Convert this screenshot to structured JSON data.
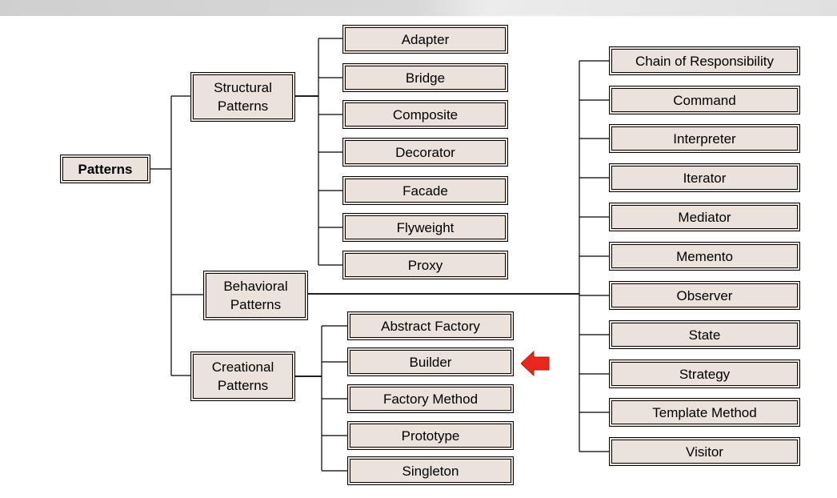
{
  "colors": {
    "box_fill": "#ebe2dc",
    "box_border": "#000000",
    "connector": "#000000",
    "arrow": "#e8281c"
  },
  "diagram": {
    "root": {
      "label": "Patterns"
    },
    "structural": {
      "label": "Structural\nPatterns",
      "items": [
        "Adapter",
        "Bridge",
        "Composite",
        "Decorator",
        "Facade",
        "Flyweight",
        "Proxy"
      ]
    },
    "behavioral": {
      "label": "Behavioral\nPatterns",
      "items": [
        "Chain of Responsibility",
        "Command",
        "Interpreter",
        "Iterator",
        "Mediator",
        "Memento",
        "Observer",
        "State",
        "Strategy",
        "Template Method",
        "Visitor"
      ]
    },
    "creational": {
      "label": "Creational\nPatterns",
      "items": [
        "Abstract Factory",
        "Builder",
        "Factory Method",
        "Prototype",
        "Singleton"
      ]
    },
    "highlight": {
      "item": "Builder",
      "icon": "left-arrow-icon"
    }
  }
}
